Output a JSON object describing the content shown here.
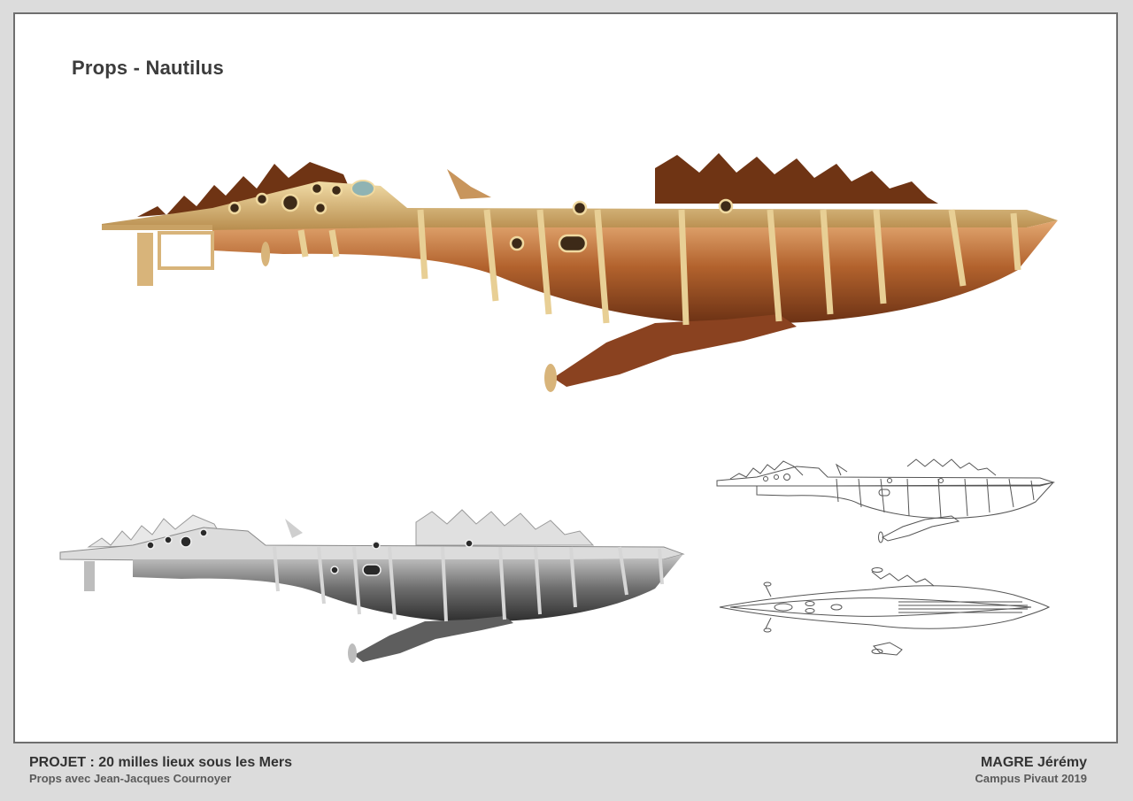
{
  "sheet": {
    "title": "Props - Nautilus"
  },
  "illustrations": {
    "main": "nautilus-color-side-view",
    "greyscale": "nautilus-greyscale-side-view",
    "line_side": "nautilus-lineart-side-view",
    "line_top": "nautilus-lineart-top-view"
  },
  "colors": {
    "copper": "#a4582a",
    "brass": "#d9b77a",
    "background": "#dcdcdc",
    "sheet": "#ffffff",
    "border": "#6f6f6f"
  },
  "footer": {
    "project": "PROJET : 20 milles lieux sous les Mers",
    "subtitle": "Props avec Jean-Jacques Cournoyer",
    "author": "MAGRE Jérémy",
    "school": "Campus Pivaut 2019"
  }
}
